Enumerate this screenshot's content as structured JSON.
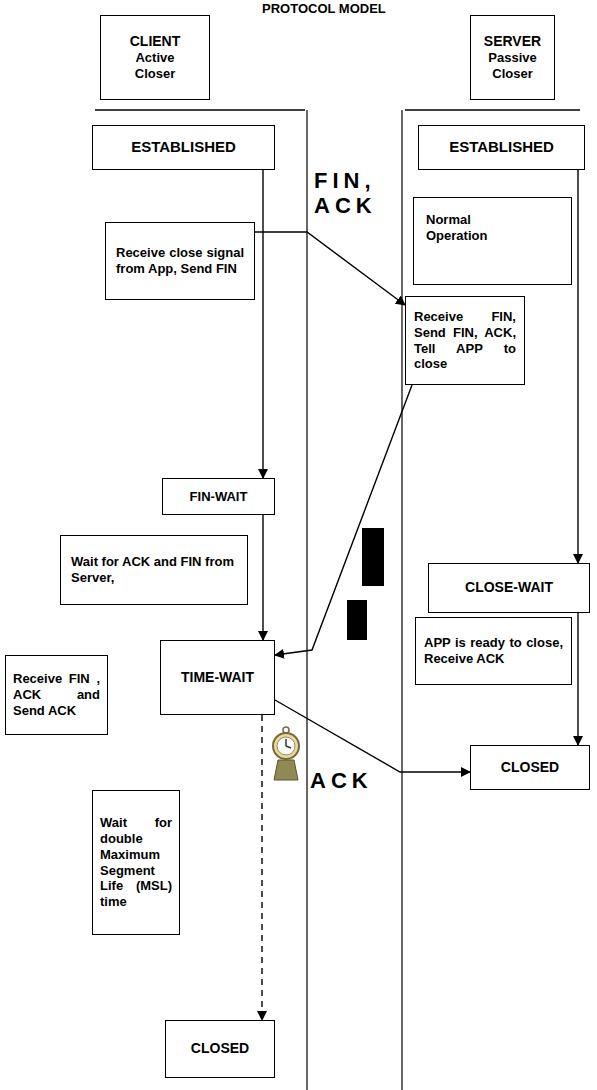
{
  "diagram": {
    "title": "PROTOCOL MODEL",
    "nodes": [
      {
        "text": [
          "CLIENT",
          "Active Closer"
        ]
      },
      {
        "text": [
          "SERVER",
          "Passive Closer"
        ]
      },
      {
        "text": [
          "ESTABLISHED"
        ]
      },
      {
        "text": [
          "ESTABLISHED"
        ]
      },
      {
        "text": [
          "Normal Operation"
        ]
      },
      {
        "text": [
          "Receive close signal from App, Send FIN"
        ]
      },
      {
        "text": [
          "Receive FIN, Send FIN, ACK, Tell APP to close"
        ]
      },
      {
        "text": [
          "FIN-WAIT"
        ]
      },
      {
        "text": [
          "Wait for ACK and FIN from Server,"
        ]
      },
      {
        "text": [
          "CLOSE-WAIT"
        ]
      },
      {
        "text": [
          "APP is ready to close, Receive ACK"
        ]
      },
      {
        "text": [
          "TIME-WAIT"
        ]
      },
      {
        "text": [
          "Receive FIN , ACK and Send ACK"
        ]
      },
      {
        "text": [
          "CLOSED"
        ]
      },
      {
        "text": [
          "Wait for double Maximum Segment Life (MSL) time"
        ]
      },
      {
        "text": [
          "CLOSED"
        ]
      }
    ],
    "edges": [
      {
        "from": 2,
        "to": 7,
        "arrow": "to"
      },
      {
        "from": 5,
        "to": 6,
        "label": "FIN, ACK",
        "arrow": "to"
      },
      {
        "from": 3,
        "to": 9,
        "arrow": "to"
      },
      {
        "from": 7,
        "to": 11,
        "arrow": "to"
      },
      {
        "from": 6,
        "to": 11,
        "arrow": "to"
      },
      {
        "from": 9,
        "to": 13,
        "arrow": "to"
      },
      {
        "from": 11,
        "to": 13,
        "label": "ACK",
        "arrow": "to"
      },
      {
        "from": 11,
        "to": 15,
        "arrow": "to"
      }
    ]
  }
}
